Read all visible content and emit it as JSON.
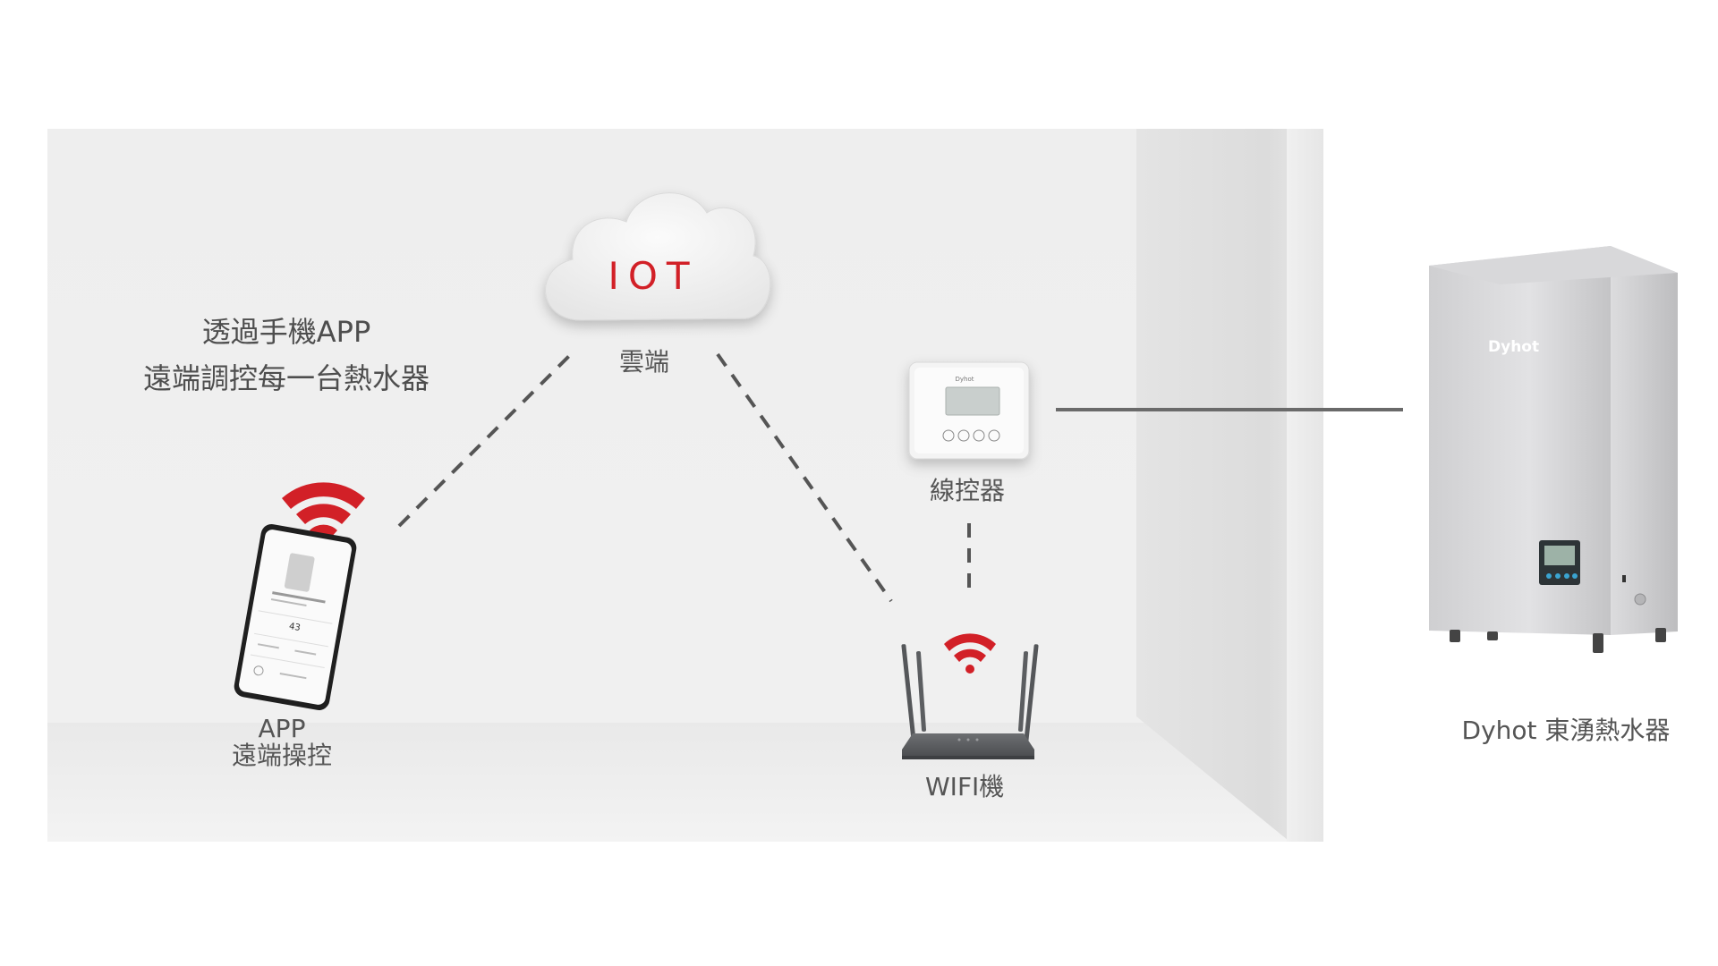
{
  "tagline": {
    "line1": "透過手機APP",
    "line2": "遠端調控每一台熱水器"
  },
  "cloud": {
    "text": "IOT",
    "label": "雲端"
  },
  "controller": {
    "label": "線控器",
    "brand": "Dyhot"
  },
  "router": {
    "label": "WIFI機"
  },
  "app": {
    "line1": "APP",
    "line2": "遠端操控"
  },
  "heater": {
    "label": "Dyhot 東湧熱水器",
    "brand": "Dyhot"
  },
  "colors": {
    "accent_red": "#d22027",
    "line_gray": "#555555"
  }
}
